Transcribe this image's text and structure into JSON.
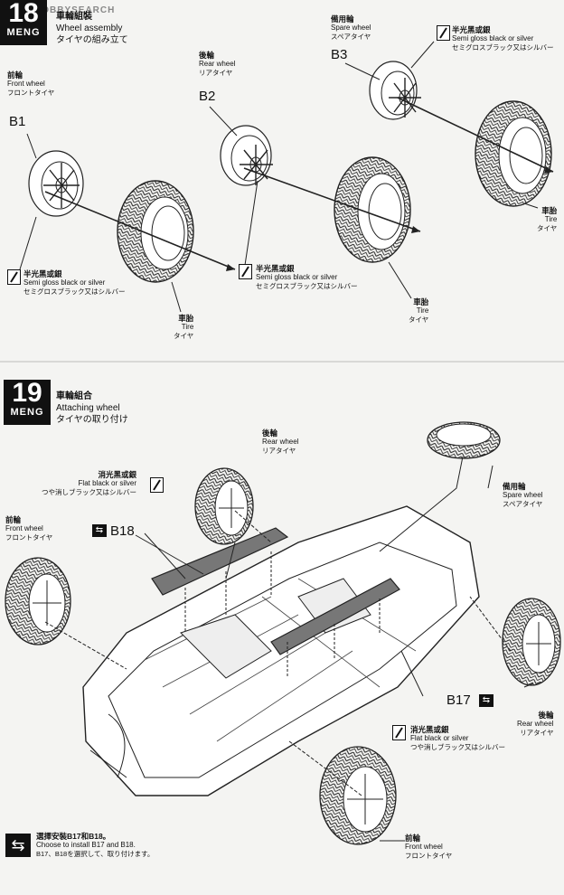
{
  "watermark": "HOBBYSEARCH",
  "step18": {
    "number": "18",
    "brand": "MENG",
    "title_zh": "車輪組裝",
    "title_en": "Wheel assembly",
    "title_jp": "タイヤの組み立て",
    "front": {
      "zh": "前輪",
      "en": "Front wheel",
      "jp": "フロントタイヤ",
      "part": "B1"
    },
    "rear": {
      "zh": "後輪",
      "en": "Rear wheel",
      "jp": "リアタイヤ",
      "part": "B2"
    },
    "spare": {
      "zh": "備用輪",
      "en": "Spare wheel",
      "jp": "スペアタイヤ",
      "part": "B3"
    },
    "paint": {
      "zh": "半光黑或銀",
      "en": "Semi gloss black or silver",
      "jp": "セミグロスブラック又はシルバー"
    },
    "tire": {
      "zh": "車胎",
      "en": "Tire",
      "jp": "タイヤ"
    }
  },
  "step19": {
    "number": "19",
    "brand": "MENG",
    "title_zh": "車輪組合",
    "title_en": "Attaching wheel",
    "title_jp": "タイヤの取り付け",
    "rear_top": {
      "zh": "後輪",
      "en": "Rear wheel",
      "jp": "リアタイヤ"
    },
    "flat_paint_top": {
      "zh": "消光黑或銀",
      "en": "Flat black or silver",
      "jp": "つや消しブラック又はシルバー"
    },
    "front_left": {
      "zh": "前輪",
      "en": "Front wheel",
      "jp": "フロントタイヤ"
    },
    "spare": {
      "zh": "備用輪",
      "en": "Spare wheel",
      "jp": "スペアタイヤ"
    },
    "rear_right": {
      "zh": "後輪",
      "en": "Rear wheel",
      "jp": "リアタイヤ"
    },
    "flat_paint_bottom": {
      "zh": "消光黑或銀",
      "en": "Flat black or silver",
      "jp": "つや消しブラック又はシルバー"
    },
    "front_bottom": {
      "zh": "前輪",
      "en": "Front wheel",
      "jp": "フロントタイヤ"
    },
    "part_b18": "B18",
    "part_b17": "B17",
    "note": {
      "zh": "選擇安裝B17和B18。",
      "en": "Choose to install B17 and B18.",
      "jp": "B17、B18を選択して、取り付けます。"
    }
  }
}
